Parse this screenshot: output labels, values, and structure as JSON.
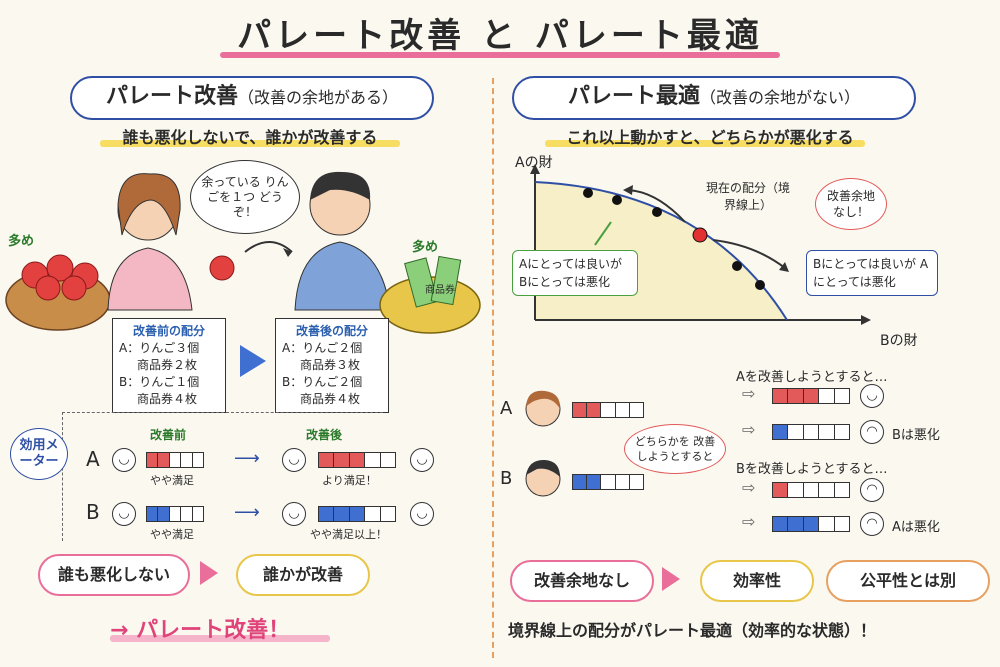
{
  "title": "パレート改善 と パレート最適",
  "left": {
    "heading": "パレート改善",
    "heading_sub": "（改善の余地がある）",
    "subtitle": "誰も悪化しないで、誰かが改善する",
    "speech": "余っている りんごを１つ どうぞ！",
    "tag_left": "多め",
    "tag_right": "多め",
    "voucher_label": "商品券",
    "before_box": {
      "header": "改善前の配分",
      "lines": [
        "A：りんご３個",
        "商品券２枚",
        "B：りんご１個",
        "商品券４枚"
      ]
    },
    "after_box": {
      "header": "改善後の配分",
      "lines": [
        "A：りんご２個",
        "商品券３枚",
        "B：りんご２個",
        "商品券４枚"
      ]
    },
    "meter_label": "効用メーター",
    "col_before": "改善前",
    "col_after": "改善後",
    "row_a": {
      "name": "A",
      "before_caption": "やや満足",
      "after_caption": "より満足！",
      "before_fill": 0.4,
      "after_fill": 0.6
    },
    "row_b": {
      "name": "B",
      "before_caption": "やや満足",
      "after_caption": "やや満足以上！",
      "before_fill": 0.4,
      "after_fill": 0.6
    },
    "flow_left": "誰も悪化しない",
    "flow_right": "誰かが改善",
    "conclusion": "→ パレート改善！"
  },
  "right": {
    "heading": "パレート最適",
    "heading_sub": "（改善の余地がない）",
    "subtitle": "これ以上動かすと、どちらかが悪化する",
    "chart": {
      "ylabel": "Aの財",
      "xlabel": "Bの財",
      "current_label": "現在の配分（境界線上）",
      "no_room": "改善余地なし！",
      "left_note": "Aにとっては良いが Bにとっては悪化",
      "right_note": "Bにとっては良いが Aにとっては悪化"
    },
    "person_a": "A",
    "person_b": "B",
    "bubble": "どちらかを 改善しようとすると",
    "a_try": "Aを改善しようとすると…",
    "b_try": "Bを改善しようとすると…",
    "b_worse": "Bは悪化",
    "a_worse": "Aは悪化",
    "flow1": "改善余地なし",
    "flow2": "効率性",
    "flow3": "公平性とは別",
    "conclusion": "境界線上の配分がパレート最適（効率的な状態）！"
  },
  "colors": {
    "pink": "#e96f9a",
    "blue": "#3f6fd0",
    "red": "#e35a5a",
    "yellow": "#f6d94a",
    "orange": "#e8a060",
    "navy": "#2f4fa5"
  }
}
